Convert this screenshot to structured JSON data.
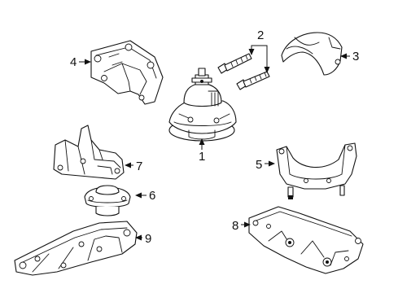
{
  "callouts": {
    "c1": "1",
    "c2": "2",
    "c3": "3",
    "c4": "4",
    "c5": "5",
    "c6": "6",
    "c7": "7",
    "c8": "8",
    "c9": "9"
  },
  "parts": [
    {
      "number": "1",
      "icon": "engine-mount"
    },
    {
      "number": "2",
      "icon": "mount-bolts"
    },
    {
      "number": "3",
      "icon": "heat-shield"
    },
    {
      "number": "4",
      "icon": "upper-engine-bracket"
    },
    {
      "number": "5",
      "icon": "transmission-mount-bracket"
    },
    {
      "number": "6",
      "icon": "transmission-mount-insulator"
    },
    {
      "number": "7",
      "icon": "engine-support-bracket"
    },
    {
      "number": "8",
      "icon": "transmission-crossmember"
    },
    {
      "number": "9",
      "icon": "support-crossmember"
    }
  ]
}
